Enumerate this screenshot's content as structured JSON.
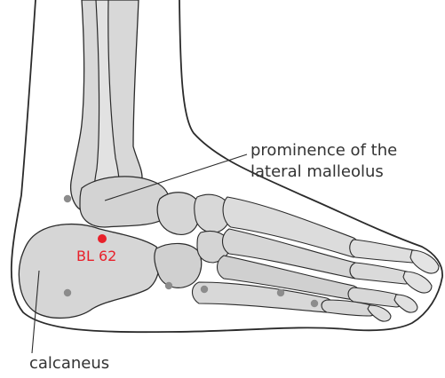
{
  "labels": {
    "malleolus_line1": "prominence of the",
    "malleolus_line2": "lateral malleolus",
    "point": "BL 62",
    "calcaneus": "calcaneus"
  },
  "colors": {
    "bone_fill": "#d8d8d8",
    "bone_outline": "#2b2b2b",
    "skin_outline": "#2b2b2b",
    "landmark_dot": "#8c8c8c",
    "acupoint": "#e8202a",
    "leader_line": "#2b2b2b"
  }
}
